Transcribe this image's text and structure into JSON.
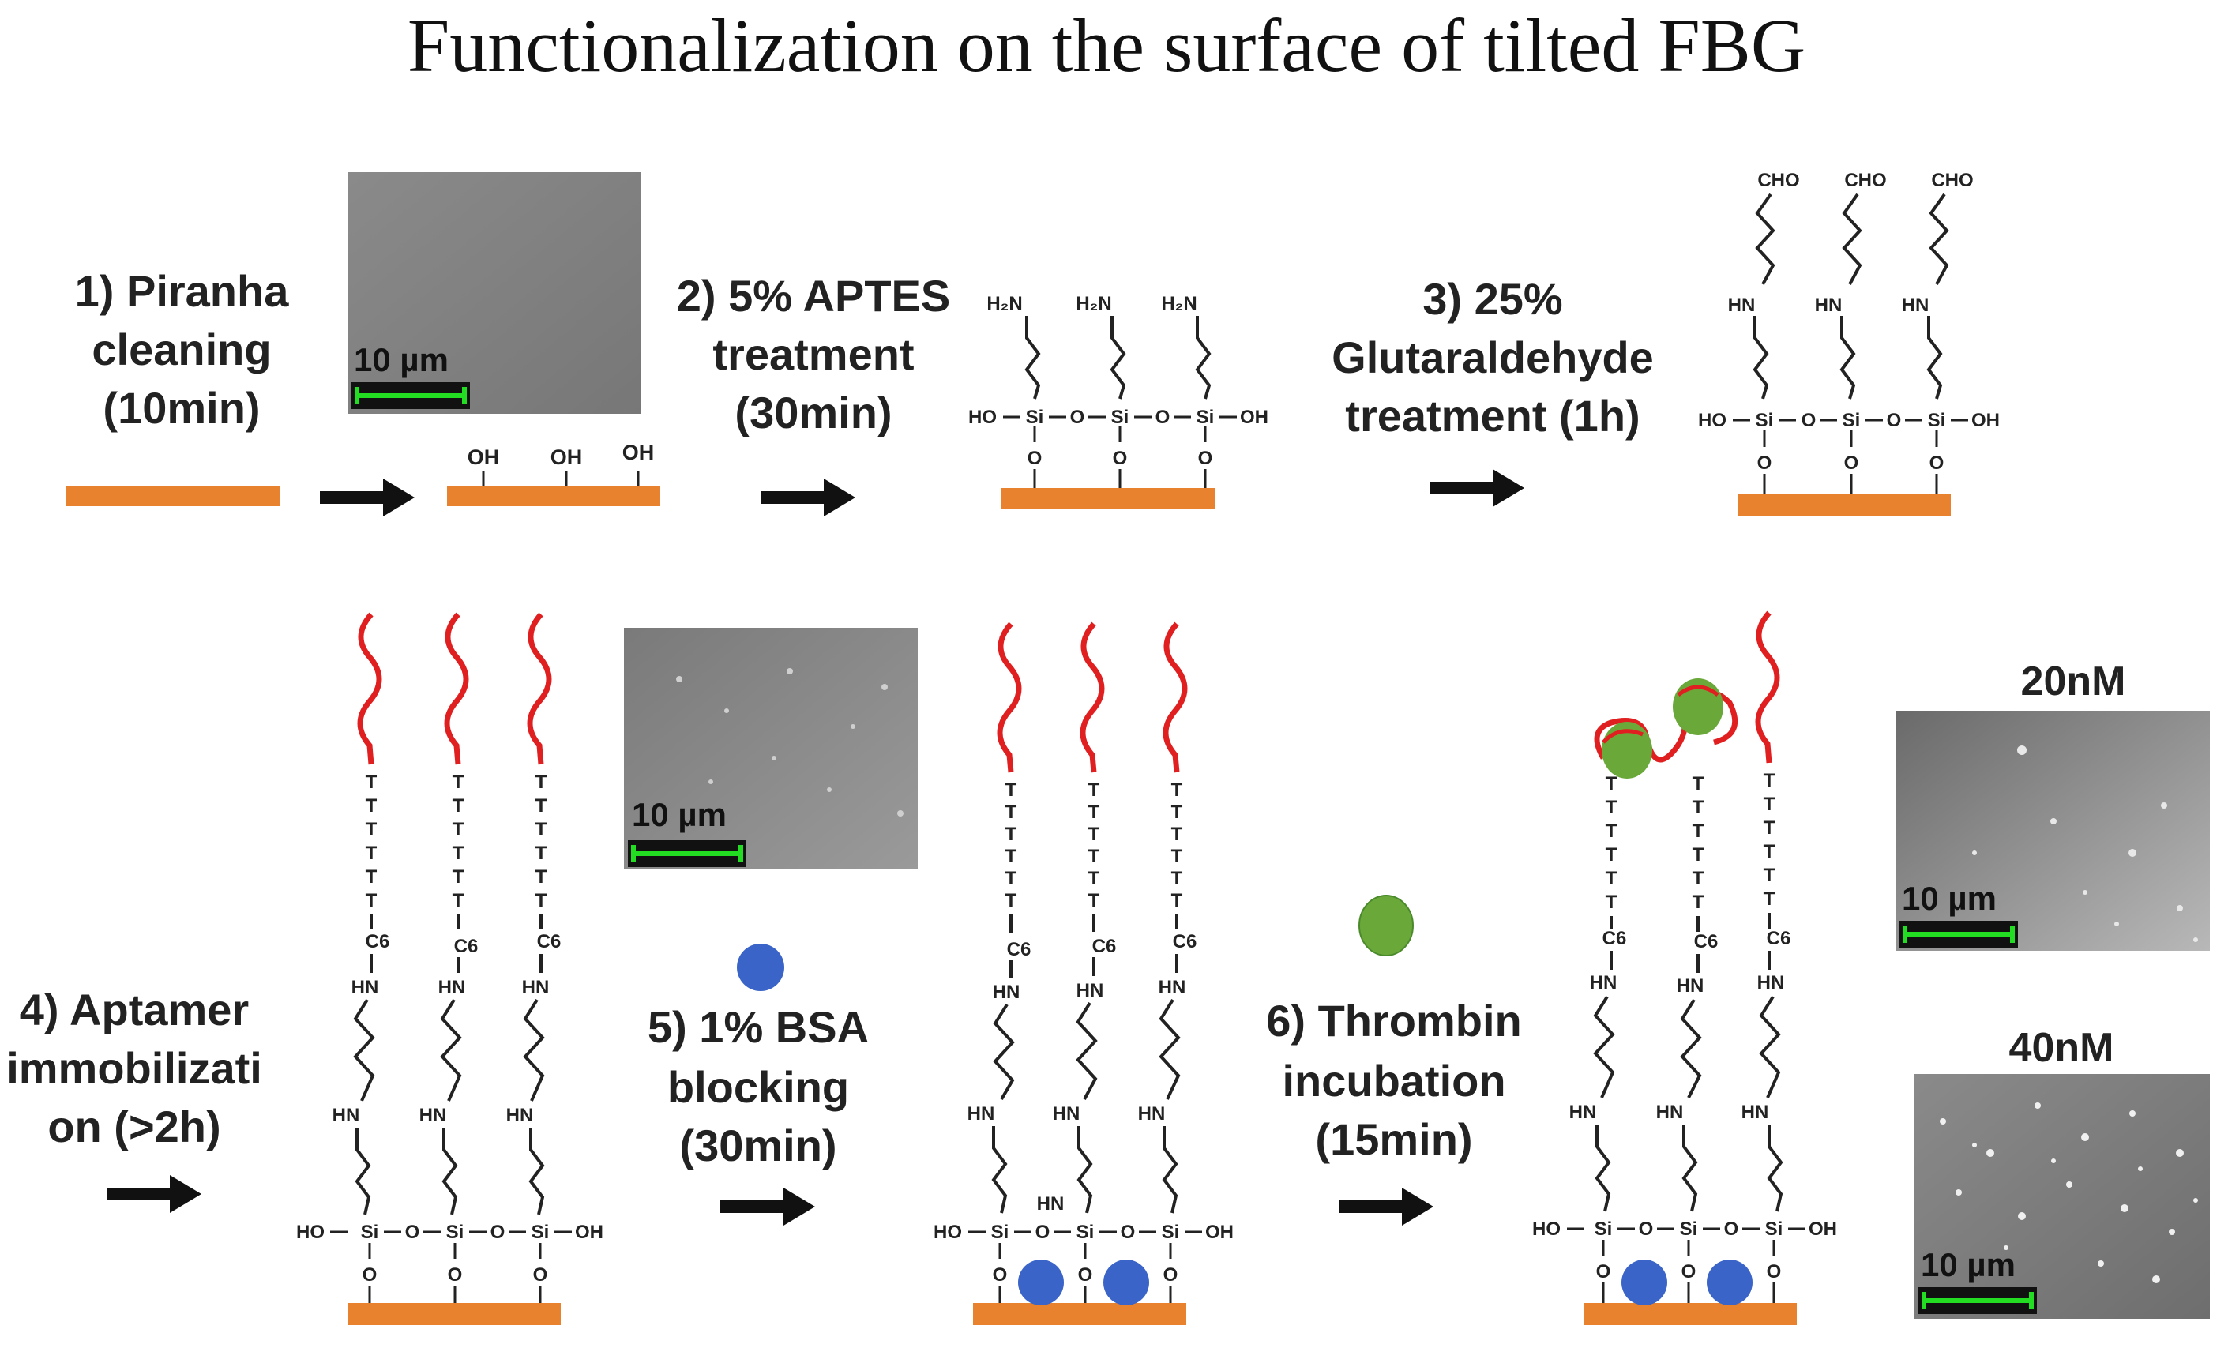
{
  "title": "Functionalization on the surface of tilted FBG",
  "steps": {
    "s1": [
      "1) Piranha",
      "cleaning",
      "(10min)"
    ],
    "s2": [
      "2) 5% APTES",
      "treatment",
      "(30min)"
    ],
    "s3": [
      "3) 25%",
      "Glutaraldehyde",
      "treatment (1h)"
    ],
    "s4": [
      "4) Aptamer",
      "immobilizati",
      "on (>2h)"
    ],
    "s5": [
      "5) 1% BSA",
      "blocking",
      "(30min)"
    ],
    "s6": [
      "6) Thrombin",
      "incubation",
      "(15min)"
    ]
  },
  "chem": {
    "oh": "OH",
    "h2n": "H₂N",
    "cho": "CHO",
    "hn": "HN",
    "si": "Si",
    "o": "O",
    "ho": "HO",
    "c6": "C6",
    "t": "T"
  },
  "sem": {
    "scale": "10 µm",
    "conc20": "20nM",
    "conc40": "40nM"
  },
  "colors": {
    "substrate": "#e8822e",
    "aptamer": "#e02020",
    "bsa": "#3a64c8",
    "thrombin": "#6aa83a",
    "scalebar": "#22dd22"
  }
}
